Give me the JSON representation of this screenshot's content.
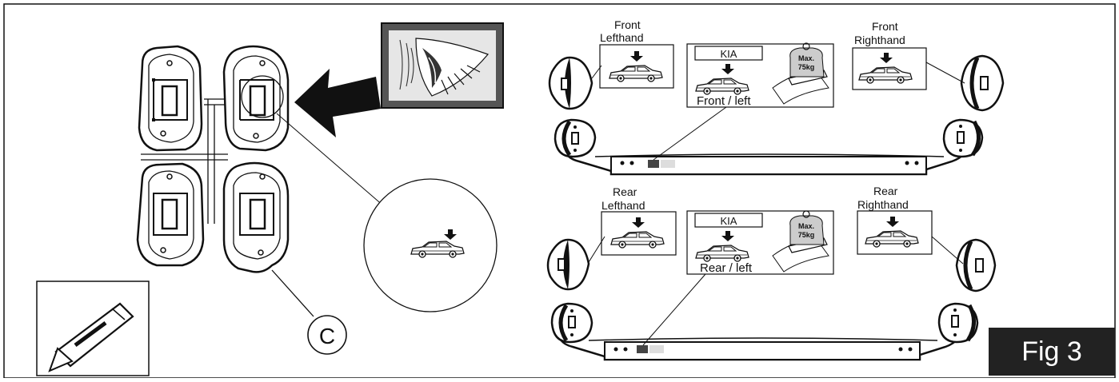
{
  "figure": {
    "label": "Fig 3",
    "part_letter": "C"
  },
  "front": {
    "left_label_1": "Front",
    "left_label_2": "Lefthand",
    "right_label_1": "Front",
    "right_label_2": "Righthand",
    "brand": "KIA",
    "position_label": "Front / left",
    "max_load_1": "Max.",
    "max_load_2": "75kg"
  },
  "rear": {
    "left_label_1": "Rear",
    "left_label_2": "Lefthand",
    "right_label_1": "Rear",
    "right_label_2": "Righthand",
    "brand": "KIA",
    "position_label": "Rear / left",
    "max_load_1": "Max.",
    "max_load_2": "75kg"
  },
  "icons": [
    "eye-icon",
    "utility-knife-icon",
    "car-sticker-icon",
    "weight-icon"
  ]
}
